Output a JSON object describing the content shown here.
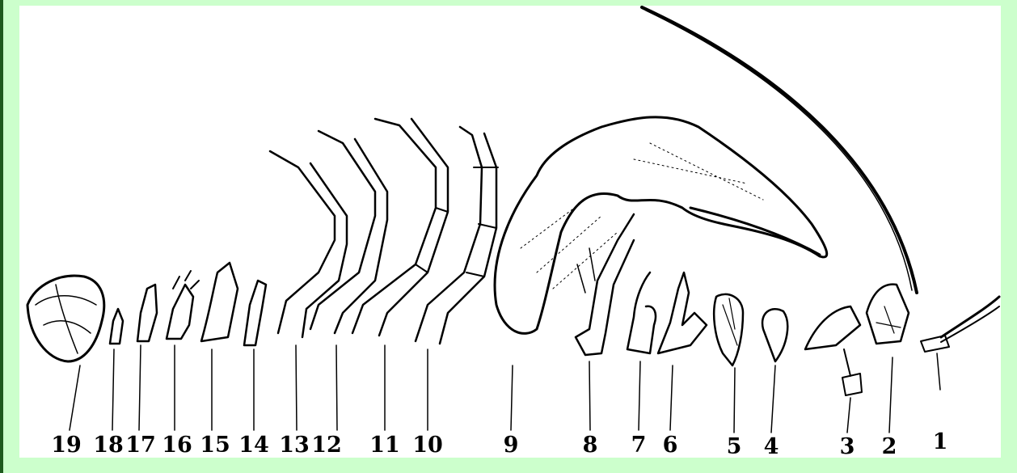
{
  "figure": {
    "background_color": "#ccffcc",
    "panel_color": "#ffffff",
    "ink_color": "#000000",
    "labels": [
      "1",
      "2",
      "3",
      "4",
      "5",
      "6",
      "7",
      "8",
      "9",
      "10",
      "11",
      "12",
      "13",
      "14",
      "15",
      "16",
      "17",
      "18",
      "19"
    ]
  }
}
